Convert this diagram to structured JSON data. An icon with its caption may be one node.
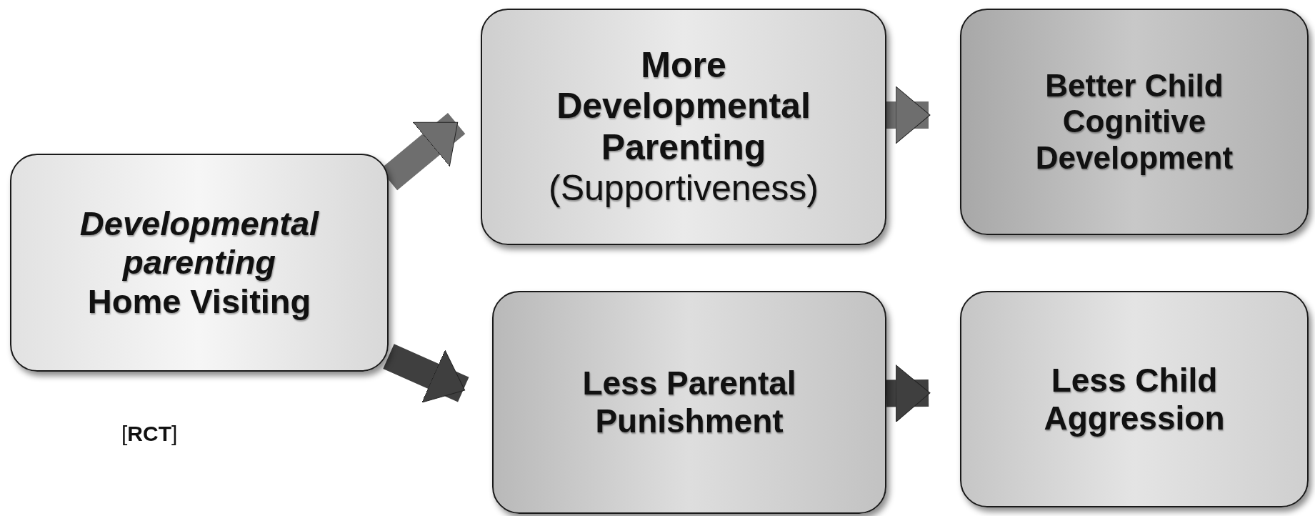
{
  "diagram": {
    "nodes": [
      {
        "text": [
          "*Developmental parenting* Home Visiting"
        ]
      },
      {
        "text": [
          "More Developmental Parenting",
          "(Supportiveness)"
        ]
      },
      {
        "text": [
          "Better Child Cognitive Development"
        ]
      },
      {
        "text": [
          "Less Parental Punishment"
        ]
      },
      {
        "text": [
          "Less Child Aggression"
        ]
      }
    ],
    "edges": [
      {
        "from": 0,
        "to": 1,
        "arrow": "to",
        "color": "#6e6e6e"
      },
      {
        "from": 0,
        "to": 3,
        "arrow": "to",
        "color": "#3f3f3f"
      },
      {
        "from": 1,
        "to": 2,
        "arrow": "to",
        "color": "#6e6e6e"
      },
      {
        "from": 3,
        "to": 4,
        "arrow": "to",
        "color": "#3f3f3f"
      }
    ],
    "labels": [
      "[**RCT**]"
    ]
  }
}
